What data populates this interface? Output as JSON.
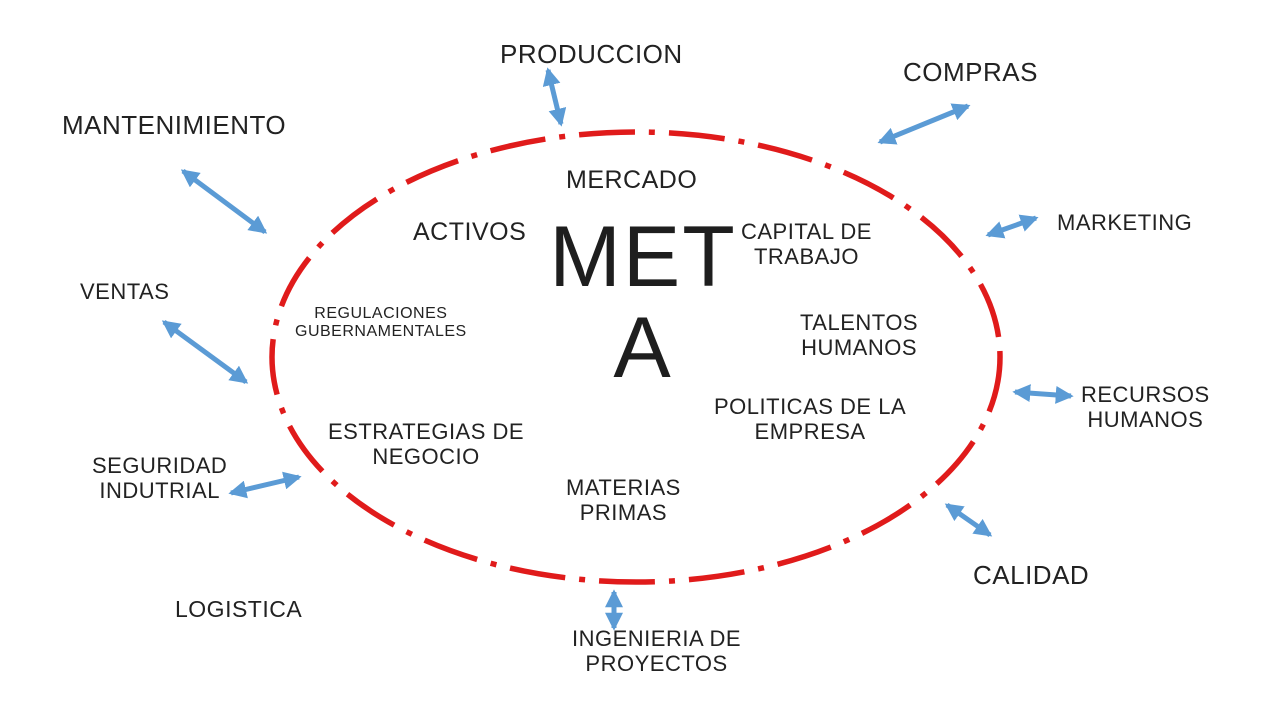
{
  "colors": {
    "ellipse_dash": "#e01b1b",
    "arrow": "#5b9bd5",
    "text": "#222222",
    "background": "#ffffff"
  },
  "center_title": {
    "line1": "MET",
    "line2": "A"
  },
  "inner_labels": {
    "mercado": "MERCADO",
    "activos": "ACTIVOS",
    "capital": {
      "line1": "CAPITAL DE",
      "line2": "TRABAJO"
    },
    "regulaciones": {
      "line1": "REGULACIONES",
      "line2": "GUBERNAMENTALES"
    },
    "talentos": {
      "line1": "TALENTOS",
      "line2": "HUMANOS"
    },
    "politicas": {
      "line1": "POLITICAS DE LA",
      "line2": "EMPRESA"
    },
    "estrategias": {
      "line1": "ESTRATEGIAS DE",
      "line2": "NEGOCIO"
    },
    "materias": {
      "line1": "MATERIAS",
      "line2": "PRIMAS"
    }
  },
  "outer_labels": {
    "produccion": "PRODUCCION",
    "compras": "COMPRAS",
    "mantenimiento": "MANTENIMIENTO",
    "marketing": "MARKETING",
    "ventas": "VENTAS",
    "recursos": {
      "line1": "RECURSOS",
      "line2": "HUMANOS"
    },
    "seguridad": {
      "line1": "SEGURIDAD",
      "line2": "INDUTRIAL"
    },
    "calidad": "CALIDAD",
    "logistica": "LOGISTICA",
    "ingenieria": {
      "line1": "INGENIERIA DE",
      "line2": "PROYECTOS"
    }
  }
}
